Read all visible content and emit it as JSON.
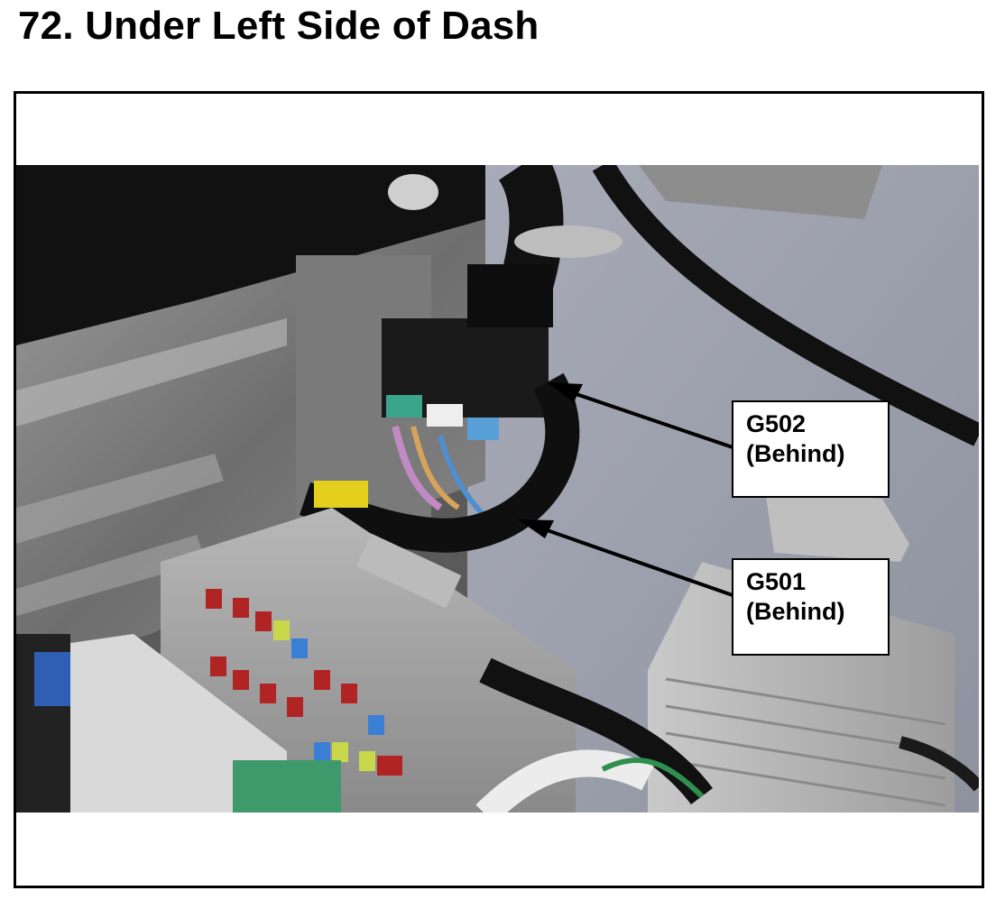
{
  "page": {
    "title": "72.  Under Left Side of Dash"
  },
  "callouts": [
    {
      "id": "G502",
      "line1": "G502",
      "line2": "(Behind)"
    },
    {
      "id": "G501",
      "line1": "G501",
      "line2": "(Behind)"
    }
  ],
  "photo": {
    "description_icon": "photo-image"
  },
  "colors": {
    "frame": "#000000",
    "callout_bg": "#ffffff",
    "arrow": "#000000"
  }
}
